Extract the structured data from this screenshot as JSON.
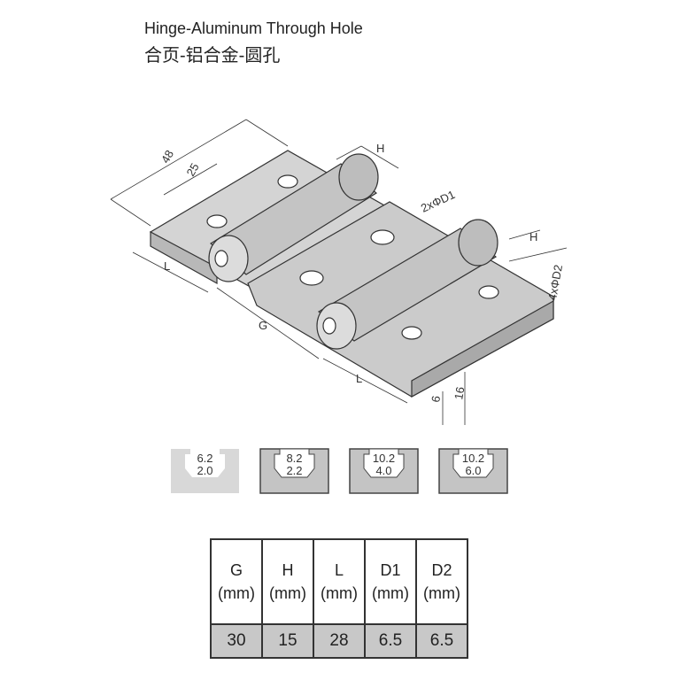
{
  "title_en": "Hinge-Aluminum Through Hole",
  "title_cn": "合页-铝合金-圆孔",
  "dimensions": {
    "d48": "48",
    "d25": "25",
    "h1": "H",
    "d1": "2xΦD1",
    "h2": "H",
    "d2": "4xΦD2",
    "l1": "L",
    "g": "G",
    "l2": "L",
    "t6": "6",
    "t16": "16"
  },
  "profiles": [
    {
      "top": "6.2",
      "bottom": "2.0",
      "active": false
    },
    {
      "top": "8.2",
      "bottom": "2.2",
      "active": true
    },
    {
      "top": "10.2",
      "bottom": "4.0",
      "active": true
    },
    {
      "top": "10.2",
      "bottom": "6.0",
      "active": true
    }
  ],
  "table": {
    "headers": [
      {
        "name": "G",
        "unit": "(mm)"
      },
      {
        "name": "H",
        "unit": "(mm)"
      },
      {
        "name": "L",
        "unit": "(mm)"
      },
      {
        "name": "D1",
        "unit": "(mm)"
      },
      {
        "name": "D2",
        "unit": "(mm)"
      }
    ],
    "values": [
      "30",
      "15",
      "28",
      "6.5",
      "6.5"
    ]
  }
}
